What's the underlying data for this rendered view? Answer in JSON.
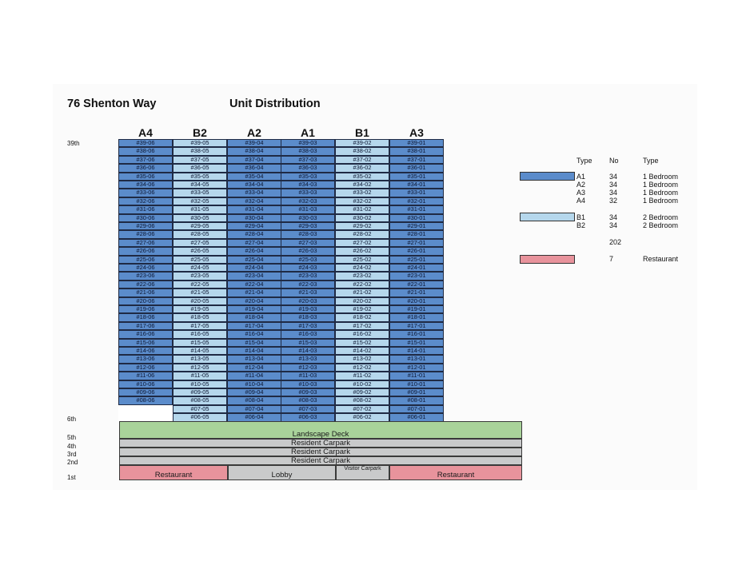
{
  "title": "76 Shenton Way",
  "subtitle": "Unit Distribution",
  "columns": [
    "A4",
    "B2",
    "A2",
    "A1",
    "B1",
    "A3"
  ],
  "column_shade": [
    "dark",
    "light",
    "dark",
    "dark",
    "light",
    "dark"
  ],
  "column_suffix": [
    "06",
    "05",
    "04",
    "03",
    "02",
    "01"
  ],
  "floor_labels": {
    "top": "39th",
    "sixth": "6th",
    "fifth": "5th",
    "fourth": "4th",
    "third": "3rd",
    "second": "2nd",
    "first": "1st"
  },
  "units": {
    "top_floor": 39,
    "bottom_floor": 6,
    "A4_lowest_floor": 8,
    "B2_lowest_floor": 6,
    "A2_lowest_floor": 6,
    "A1_lowest_floor": 6,
    "B1_lowest_floor": 6,
    "A3_lowest_floor": 6
  },
  "podium": {
    "landscape": "Landscape Deck",
    "carpark_4": "Resident Carpark",
    "carpark_3": "Resident Carpark",
    "carpark_2": "Resident Carpark",
    "restaurant_left": "Restaurant",
    "lobby": "Lobby",
    "visitor_carpark": "Visitor Carpark",
    "restaurant_right": "Restaurant"
  },
  "legend": {
    "header_type": "Type",
    "header_no": "No",
    "header_type2": "Type",
    "rows": [
      {
        "type": "A1",
        "no": "34",
        "desc": "1 Bedroom"
      },
      {
        "type": "A2",
        "no": "34",
        "desc": "1 Bedroom"
      },
      {
        "type": "A3",
        "no": "34",
        "desc": "1 Bedroom"
      },
      {
        "type": "A4",
        "no": "32",
        "desc": "1 Bedroom"
      },
      {
        "type": "B1",
        "no": "34",
        "desc": "2 Bedroom"
      },
      {
        "type": "B2",
        "no": "34",
        "desc": "2 Bedroom"
      }
    ],
    "total": "202",
    "restaurant_no": "7",
    "restaurant_label": "Restaurant"
  },
  "colors": {
    "one_bedroom": "#5b8ccb",
    "two_bedroom": "#b5d7ec",
    "landscape": "#a9d39a",
    "carpark": "#c9cacb",
    "restaurant": "#e8939c"
  }
}
